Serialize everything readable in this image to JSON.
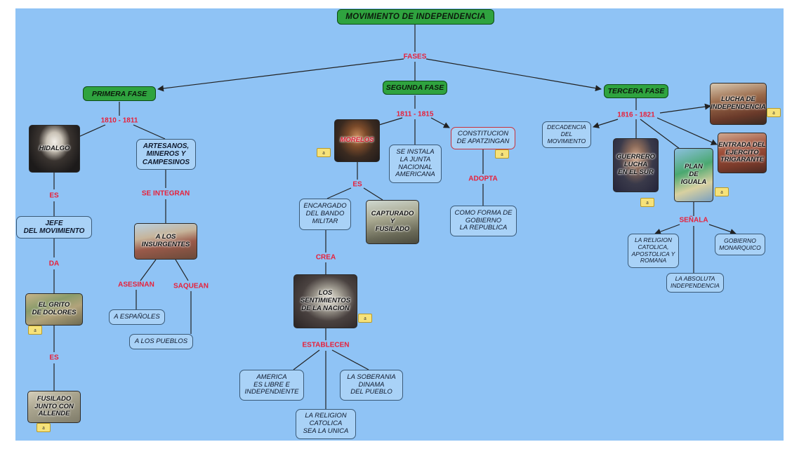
{
  "title": "MOVIMIENTO DE INDEPENDENCIA",
  "labels": {
    "fases": "FASES",
    "p1_dates": "1810 - 1811",
    "p2_dates": "1811 - 1815",
    "p3_dates": "1816 - 1821",
    "es1": "ES",
    "da": "DA",
    "es2": "ES",
    "se_integran": "SE INTEGRAN",
    "asesinan": "ASESINAN",
    "saquean": "SAQUEAN",
    "es3": "ES",
    "crea": "CREA",
    "establecen": "ESTABLECEN",
    "adopta": "ADOPTA",
    "senala": "SEÑALA"
  },
  "phases": {
    "primera": "PRIMERA FASE",
    "segunda": "SEGUNDA FASE",
    "tercera": "TERCERA FASE"
  },
  "nodes": {
    "hidalgo": "HIDALGO",
    "jefe": "JEFE\nDEL MOVIMIENTO",
    "grito": "EL GRITO\nDE DOLORES",
    "fusilado_allende": "FUSILADO\nJUNTO CON\nALLENDE",
    "artesanos": "ARTESANOS,\nMINEROS Y\nCAMPESINOS",
    "insurgentes": "A LOS\nINSURGENTES",
    "espanoles": "A ESPAÑOLES",
    "pueblos": "A LOS PUEBLOS",
    "morelos": "MORELOS",
    "junta": "SE INSTALA\nLA JUNTA\nNACIONAL\nAMERICANA",
    "constitucion": "CONSTITUCION\nDE APATZINGAN",
    "encargado": "ENCARGADO\nDEL BANDO\nMILITAR",
    "capturado": "CAPTURADO\nY\nFUSILADO",
    "sentimientos": "LOS\nSENTIMIENTOS\nDE LA NACION",
    "america": "AMERICA\nES LIBRE E\nINDEPENDIENTE",
    "soberania": "LA SOBERANIA\nDINAMA\nDEL PUEBLO",
    "religion_unica": "LA RELIGION\nCATOLICA\nSEA LA UNICA",
    "forma_gobierno": "COMO FORMA DE\nGOBIERNO\nLA REPUBLICA",
    "decadencia": "DECADENCIA\nDEL\nMOVIMIENTO",
    "guerrero": "GUERRERO\nLUCHA\nEN EL SUR",
    "plan": "PLAN\nDE\nIGUALA",
    "lucha": "LUCHA DE\nINDEPENDENCIA",
    "entrada": "ENTRADA DEL\nEJERCITO\nTRIGARANTE",
    "religion_catolica": "LA RELIGION\nCATOLICA,\nAPOSTOLICA Y\nROMANA",
    "gobierno_monarquico": "GOBIERNO\nMONARQUICO",
    "absoluta": "LA ABSOLUTA\nINDEPENDENCIA"
  },
  "note_icon": "a"
}
